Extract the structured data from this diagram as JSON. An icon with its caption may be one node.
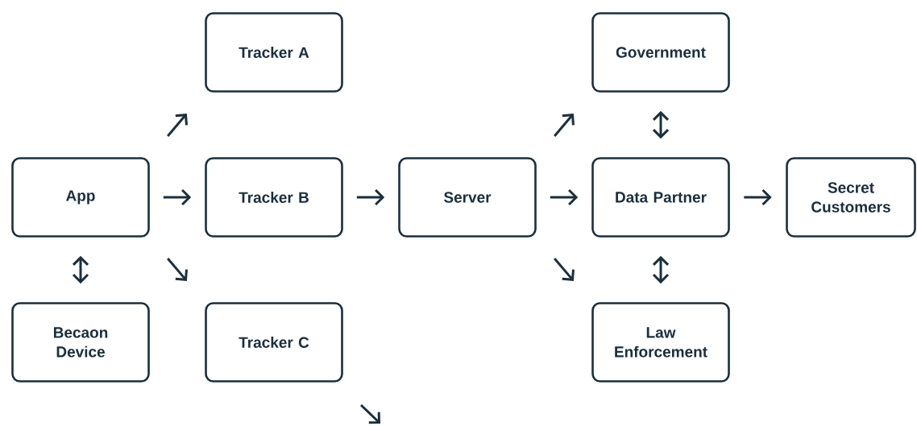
{
  "diagram": {
    "nodes": [
      {
        "text": [
          "App"
        ]
      },
      {
        "text": [
          "Becaon Device"
        ]
      },
      {
        "text": [
          "Tracker A"
        ]
      },
      {
        "text": [
          "Tracker B"
        ]
      },
      {
        "text": [
          "Tracker C"
        ]
      },
      {
        "text": [
          "Server"
        ]
      },
      {
        "text": [
          "Government"
        ]
      },
      {
        "text": [
          "Data Partner"
        ]
      },
      {
        "text": [
          "Law Enforcement"
        ]
      },
      {
        "text": [
          "Secret Customers"
        ]
      }
    ],
    "edges": [
      {
        "from": 0,
        "to": 2,
        "arrow": "to"
      },
      {
        "from": 0,
        "to": 3,
        "arrow": "to"
      },
      {
        "from": 0,
        "to": 4,
        "arrow": "to"
      },
      {
        "from": 0,
        "to": 1,
        "arrow": "both"
      },
      {
        "from": 3,
        "to": 5,
        "arrow": "to"
      },
      {
        "from": 5,
        "to": 6,
        "arrow": "to"
      },
      {
        "from": 5,
        "to": 7,
        "arrow": "to"
      },
      {
        "from": 5,
        "to": 8,
        "arrow": "to"
      },
      {
        "from": 6,
        "to": 7,
        "arrow": "both"
      },
      {
        "from": 7,
        "to": 8,
        "arrow": "both"
      },
      {
        "from": 7,
        "to": 9,
        "arrow": "to"
      }
    ]
  }
}
